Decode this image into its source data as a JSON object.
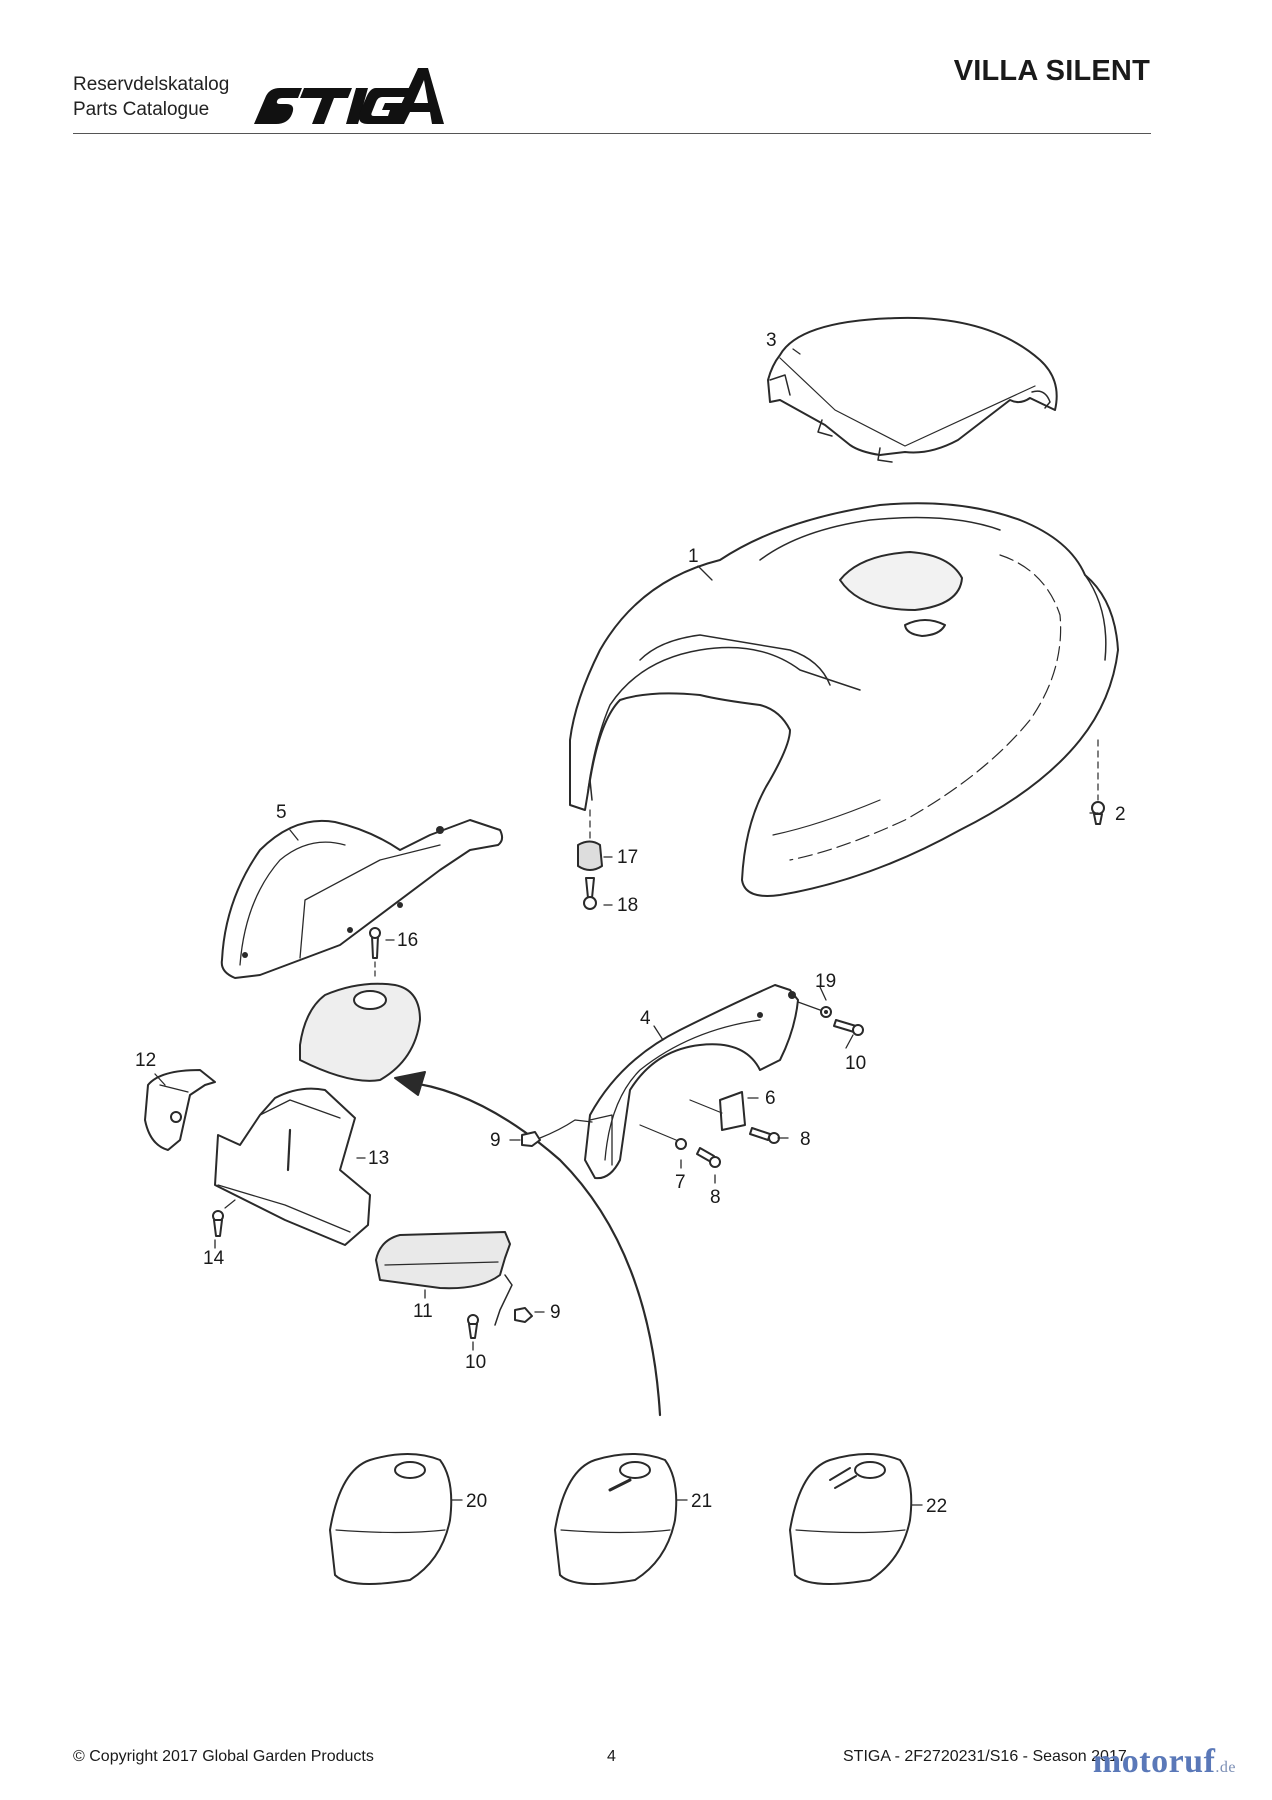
{
  "header": {
    "subtitle_line1": "Reservdelskatalog",
    "subtitle_line2": "Parts Catalogue",
    "brand": "STIGA",
    "model": "VILLA SILENT"
  },
  "callouts": {
    "c1": "1",
    "c2": "2",
    "c3": "3",
    "c4": "4",
    "c5": "5",
    "c6": "6",
    "c7": "7",
    "c8a": "8",
    "c8b": "8",
    "c9a": "9",
    "c9b": "9",
    "c10a": "10",
    "c10b": "10",
    "c11": "11",
    "c12": "12",
    "c13": "13",
    "c14": "14",
    "c16": "16",
    "c17": "17",
    "c18": "18",
    "c19": "19",
    "c20": "20",
    "c21": "21",
    "c22": "22"
  },
  "footer": {
    "copyright": "© Copyright 2017 Global Garden Products",
    "page": "4",
    "reference": "STIGA - 2F2720231/S16 - Season 2017"
  },
  "watermark": {
    "name": "motoruf",
    "tld": ".de"
  },
  "colors": {
    "line": "#2a2a2a",
    "part_fill": "#ffffff",
    "shade": "#e6e6e6",
    "watermark": "#5a78b8"
  }
}
